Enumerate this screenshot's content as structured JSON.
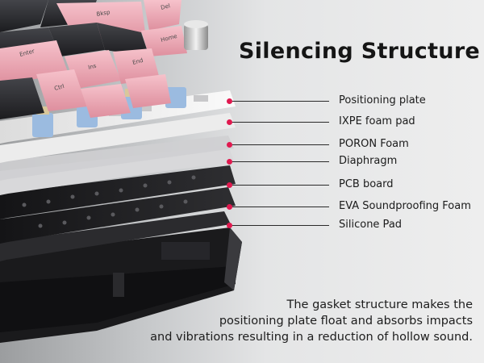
{
  "title": "Silencing Structure",
  "layers": [
    {
      "label": "Positioning plate"
    },
    {
      "label": "IXPE foam pad"
    },
    {
      "label": "PORON Foam"
    },
    {
      "label": "Diaphragm"
    },
    {
      "label": "PCB board"
    },
    {
      "label": "EVA Soundproofing Foam"
    },
    {
      "label": "Silicone Pad"
    }
  ],
  "keycap_legends": [
    "Del",
    "Bksp",
    "Home",
    "Enter",
    "Ins",
    "End",
    "Ctrl"
  ],
  "caption": [
    "The gasket structure makes the",
    "positioning plate float and absorbs impacts",
    "and vibrations resulting in a reduction of hollow sound."
  ],
  "colors": {
    "accent_dot": "#e0194f",
    "keycap_pink": "#f1a9b6",
    "keycap_dark": "#2b2b2d",
    "switch_blue": "#9bbbe0",
    "plate_white": "#f4f4f4",
    "pcb_black": "#1e1e20"
  }
}
